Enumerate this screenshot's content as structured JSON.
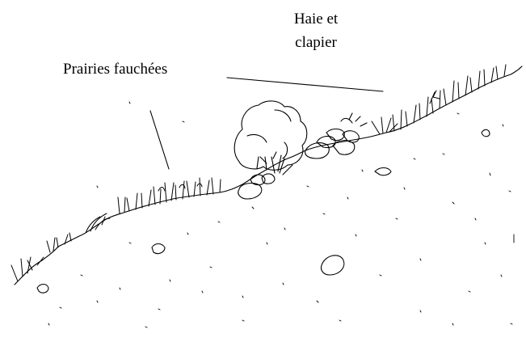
{
  "labels": {
    "prairies": "Prairies fauchées",
    "haie_line1": "Haie et",
    "haie_line2": "clapier"
  },
  "colors": {
    "ink": "#000000",
    "background": "#ffffff"
  }
}
